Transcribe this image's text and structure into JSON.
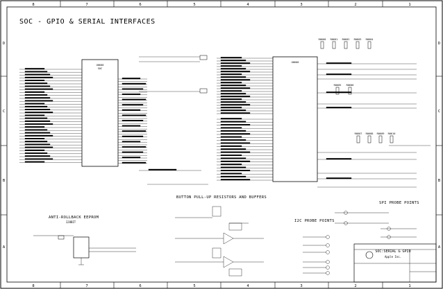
{
  "sheet_title": "SOC - GPIO & SERIAL INTERFACES",
  "col_labels_top": [
    "8",
    "7",
    "6",
    "5",
    "4",
    "3",
    "2",
    "1"
  ],
  "col_labels_bottom": [
    "8",
    "7",
    "6",
    "5",
    "4",
    "3",
    "2",
    "1"
  ],
  "row_labels_left": [
    "D",
    "C",
    "B",
    "A"
  ],
  "row_labels_right": [
    "D",
    "C",
    "B",
    "A"
  ],
  "sections": {
    "button_pullups": "BUTTON PULL-UP RESISTORS AND BUFFERS",
    "anti_rollback": "ANTI-ROLLBACK EEPROM",
    "anti_rollback_size": "128BIT",
    "i2c_probe": "I2C PROBE POINTS",
    "spi_probe": "SPI PROBE POINTS"
  },
  "title_block": {
    "heading": "SOC:SERIAL & GPIO",
    "company": "Apple Inc."
  },
  "soc_main": {
    "ref": "U0600",
    "name": "SOC"
  },
  "soc_right": {
    "ref": "U0600"
  },
  "resistors_top": [
    "R0600",
    "R0601",
    "R0602",
    "R0603",
    "R0604"
  ],
  "resistors_mid": [
    "R0605",
    "R0606"
  ],
  "resistors_lower": [
    "R0607",
    "R0608",
    "R0609",
    "R0610"
  ]
}
